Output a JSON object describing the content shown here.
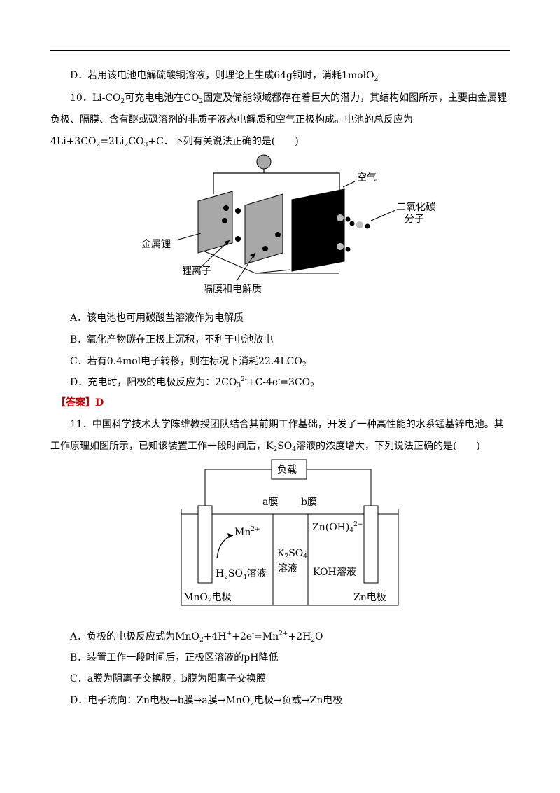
{
  "q9": {
    "optD_prefix": "D．若用该电池电解硫酸铜溶液，则理论上生成64g铜时，消耗1molO",
    "optD_sub": "2"
  },
  "q10": {
    "l1_a": "10．Li-CO",
    "l1_sub": "2",
    "l1_b": "可充电电池在CO",
    "l1_sub2": "2",
    "l1_c": "固定及储能领域都存在着巨大的潜力，其结构如图所示，主要由金属锂",
    "l2": "负极、隔膜、含有醚或砜溶剂的非质子液态电解质和空气正极构成。电池的总反应为",
    "l3_a": "4Li+3CO",
    "l3_s1": "2",
    "l3_b": "=2Li",
    "l3_s2": "2",
    "l3_c": "CO",
    "l3_s3": "3",
    "l3_d": "+C．下列有关说法正确的是(　　)",
    "fig": {
      "air": "空气",
      "co2_l1": "二氧化碳",
      "co2_l2": "分子",
      "lithium": "金属锂",
      "li_ion": "锂离子",
      "separator": "隔膜和电解质"
    },
    "optA": "A．该电池也可用碳酸盐溶液作为电解质",
    "optB": "B．氧化产物碳在正极上沉积，不利于电池放电",
    "optC_a": "C．若有0.4mol电子转移，则在标况下消耗22.4LCO",
    "optC_sub": "2",
    "optD_a": "D．充电时，阳极的电极反应为：2CO",
    "optD_s1": "3",
    "optD_sup": "2-",
    "optD_b": "+C-4e",
    "optD_sup2": "-",
    "optD_c": "=3CO",
    "optD_s2": "2",
    "answer_label": "【答案】",
    "answer_value": "D"
  },
  "q11": {
    "l1": "11．中国科学技术大学陈维教授团队结合其前期工作基础，开发了一种高性能的水系锰基锌电池。其",
    "l2_a": "工作原理如图所示，已知该装置工作一段时间后，K",
    "l2_s1": "2",
    "l2_b": "SO",
    "l2_s2": "4",
    "l2_c": "溶液的浓度增大，下列说法正确的是(　　)",
    "fig": {
      "load": "负载",
      "membrane_a": "a膜",
      "membrane_b": "b膜",
      "mn_ion": "Mn",
      "mn_sup": "2+",
      "zn_complex": "Zn(OH)",
      "zn_sub": "4",
      "zn_sup": "2−",
      "k2so4_a": "K",
      "k2so4_s1": "2",
      "k2so4_b": "SO",
      "k2so4_s2": "4",
      "k2so4_l2": "溶液",
      "h2so4_a": "H",
      "h2so4_s1": "2",
      "h2so4_b": "SO",
      "h2so4_s2": "4",
      "h2so4_c": "溶液",
      "koh": "KOH溶液",
      "mno2_a": "MnO",
      "mno2_s": "2",
      "mno2_b": "电极",
      "zn_electrode": "Zn电极"
    },
    "optA_a": "A．负极的电极反应式为MnO",
    "optA_s1": "2",
    "optA_b": "+4H",
    "optA_sup1": "+",
    "optA_c": "+2e",
    "optA_sup2": "-",
    "optA_d": "=Mn",
    "optA_sup3": "2+",
    "optA_e": "+2H",
    "optA_s2": "2",
    "optA_f": "O",
    "optB": "B．装置工作一段时间后，正极区溶液的pH降低",
    "optC": "C．a膜为阴离子交换膜，b膜为阳离子交换膜",
    "optD_a": "D．电子流向：Zn电极→b膜→a膜→MnO",
    "optD_s": "2",
    "optD_b": "电极→负载→Zn电极"
  }
}
